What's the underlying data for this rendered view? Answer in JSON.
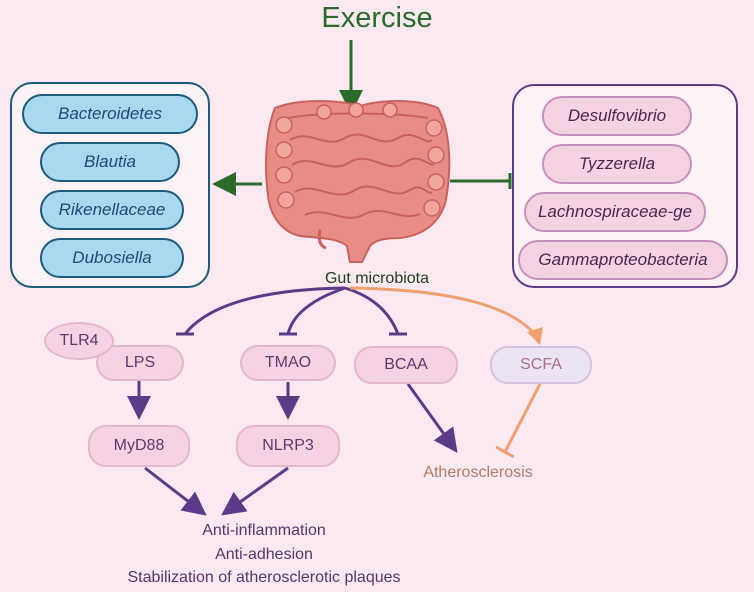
{
  "title": "Exercise",
  "center_label": "Gut microbiota",
  "increased_bacteria": [
    "Bacteroidetes",
    "Blautia",
    "Rikenellaceae",
    "Dubosiella"
  ],
  "decreased_bacteria": [
    "Desulfovibrio",
    "Tyzzerella",
    "Lachnospiraceae-ge",
    "Gammaproteobacteria"
  ],
  "metabolites": {
    "tlr4": "TLR4",
    "lps": "LPS",
    "tmao": "TMAO",
    "bcaa": "BCAA",
    "scfa": "SCFA"
  },
  "downstream": {
    "myd88": "MyD88",
    "nlrp3": "NLRP3"
  },
  "disease": "Atherosclerosis",
  "outcomes": [
    "Anti-inflammation",
    "Anti-adhesion",
    "Stabilization of atherosclerotic plaques"
  ],
  "colors": {
    "green_arrow": "#2a6b2c",
    "purple_arrow": "#5b3b87",
    "orange_arrow": "#f0a070",
    "background": "#fbe9f1"
  },
  "icons": {
    "gut": "intestine-illustration"
  }
}
